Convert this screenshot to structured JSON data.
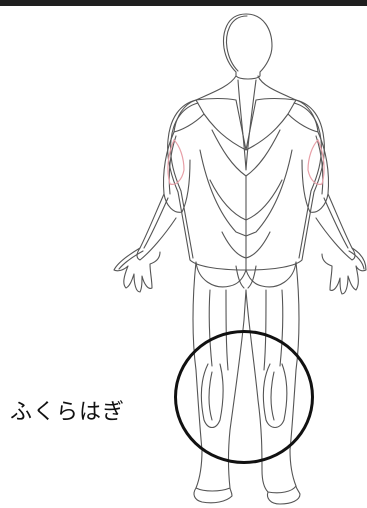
{
  "label": {
    "text": "ふくらはぎ"
  },
  "colors": {
    "top_bar": "#1f1f1f",
    "outline": "#555555",
    "highlight_muscle": "#e8a0a8",
    "ring": "#111111",
    "background": "#ffffff"
  },
  "icons": {
    "figure": "human-back-muscle-diagram",
    "ring": "highlight-circle"
  }
}
